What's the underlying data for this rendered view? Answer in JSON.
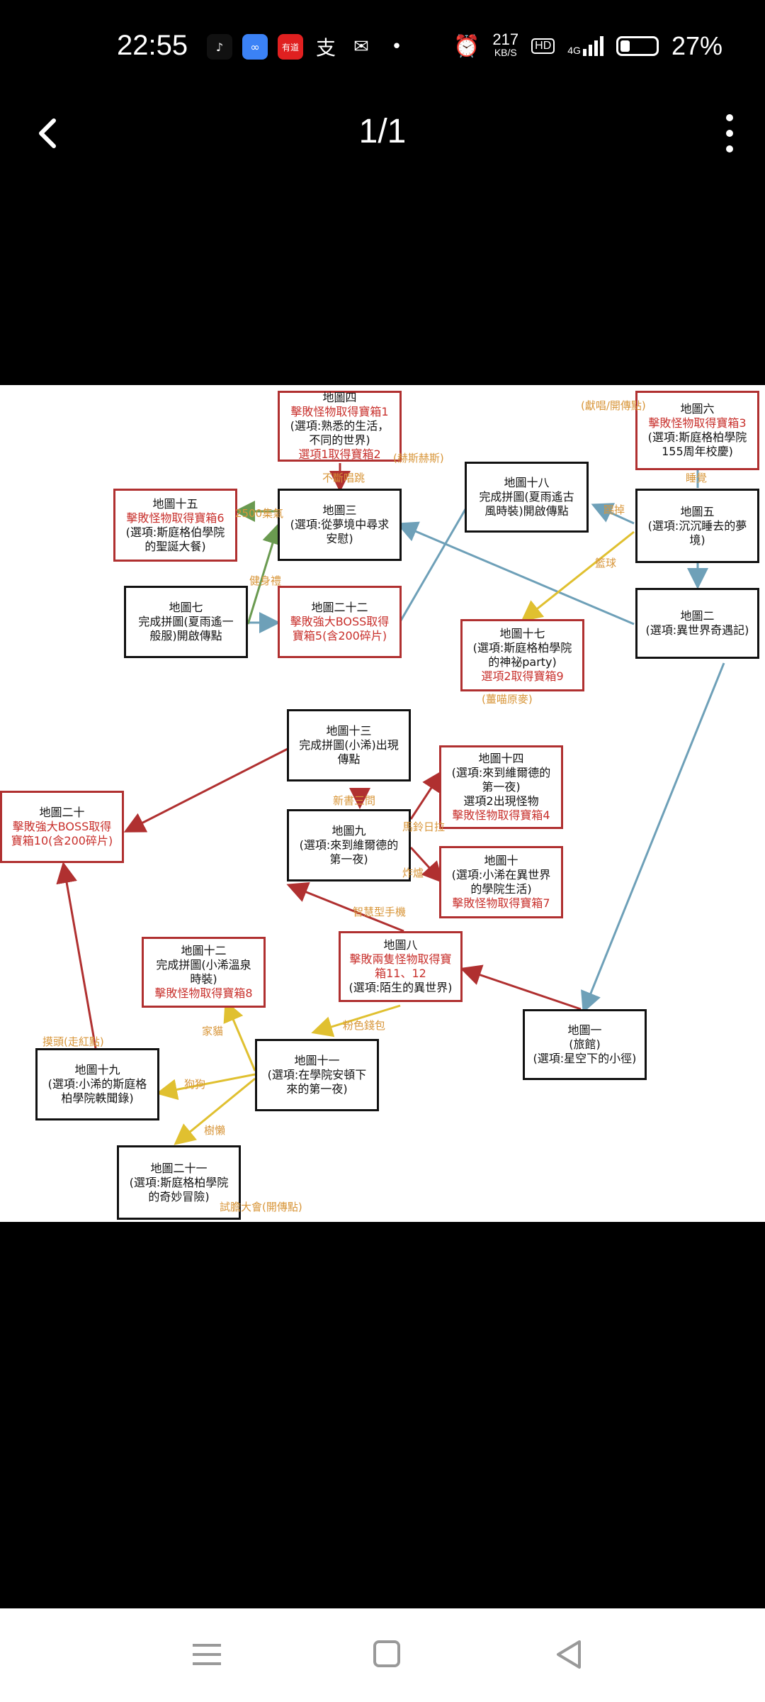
{
  "status": {
    "time": "22:55",
    "apps": [
      {
        "icon": "tiktok-icon",
        "glyph": "♪",
        "color": "#111"
      },
      {
        "icon": "infinity-app-icon",
        "glyph": "∞",
        "color": "#3b82f6"
      },
      {
        "icon": "youdao-icon",
        "glyph": "有道",
        "color": "#e02020"
      },
      {
        "icon": "alipay-icon",
        "glyph": "支",
        "color": "#000"
      },
      {
        "icon": "wechat-icon",
        "glyph": "✉",
        "color": "#000"
      }
    ],
    "speed_value": "217",
    "speed_unit": "KB/S",
    "hd": "HD",
    "network": "4G",
    "battery_percent": "27%",
    "battery_level": 0.27
  },
  "viewer": {
    "counter": "1/1"
  },
  "diagram": {
    "nodes": [
      {
        "id": "n4",
        "lines": [
          "地圖四"
        ],
        "red": [
          "擊敗怪物取得寶箱1"
        ],
        "after": [
          "(選項:熟悉的生活，",
          "不同的世界)"
        ],
        "red2": [
          "選項1取得寶箱2"
        ]
      },
      {
        "id": "n6",
        "lines": [
          "地圖六"
        ],
        "red": [
          "擊敗怪物取得寶箱3"
        ],
        "after": [
          "(選項:斯庭格柏學院",
          "155周年校慶)"
        ],
        "red2": []
      },
      {
        "id": "n15",
        "lines": [
          "地圖十五"
        ],
        "red": [
          "擊敗怪物取得寶箱6"
        ],
        "after": [
          "(選項:斯庭格伯學院",
          "的聖誕大餐)"
        ],
        "red2": []
      },
      {
        "id": "n3",
        "lines": [
          "地圖三",
          "(選項:從夢境中尋求",
          "安慰)"
        ],
        "red": [],
        "after": [],
        "red2": []
      },
      {
        "id": "n18",
        "lines": [
          "地圖十八",
          "完成拼圖(夏雨遙古",
          "風時裝)開啟傳點"
        ],
        "red": [],
        "after": [],
        "red2": []
      },
      {
        "id": "n5",
        "lines": [
          "地圖五",
          "(選項:沉沉睡去的夢",
          "境)"
        ],
        "red": [],
        "after": [],
        "red2": []
      },
      {
        "id": "n7",
        "lines": [
          "地圖七",
          "完成拼圖(夏雨遙一",
          "般服)開啟傳點"
        ],
        "red": [],
        "after": [],
        "red2": []
      },
      {
        "id": "n22",
        "lines": [
          "地圖二十二"
        ],
        "red": [
          "擊敗強大BOSS取得",
          "寶箱5(含200碎片)"
        ],
        "after": [],
        "red2": []
      },
      {
        "id": "n17",
        "lines": [
          "地圖十七",
          "(選項:斯庭格柏學院",
          "的神祕party)"
        ],
        "red": [
          "選項2取得寶箱9"
        ],
        "after": [],
        "red2": []
      },
      {
        "id": "n2",
        "lines": [
          "地圖二",
          "(選項:異世界奇遇記)"
        ],
        "red": [],
        "after": [],
        "red2": []
      },
      {
        "id": "n13",
        "lines": [
          "地圖十三",
          "完成拼圖(小浠)出現",
          "傳點"
        ],
        "red": [],
        "after": [],
        "red2": []
      },
      {
        "id": "n14",
        "lines": [
          "地圖十四",
          "(選項:來到維爾德的",
          "第一夜)",
          "選項2出現怪物"
        ],
        "red": [
          "擊敗怪物取得寶箱4"
        ],
        "after": [],
        "red2": []
      },
      {
        "id": "n20",
        "lines": [
          "地圖二十"
        ],
        "red": [
          "擊敗強大BOSS取得",
          "寶箱10(含200碎片)"
        ],
        "after": [],
        "red2": []
      },
      {
        "id": "n9",
        "lines": [
          "地圖九",
          "(選項:來到維爾德的",
          "第一夜)"
        ],
        "red": [],
        "after": [],
        "red2": []
      },
      {
        "id": "n10",
        "lines": [
          "地圖十",
          "(選項:小浠在異世界",
          "的學院生活)"
        ],
        "red": [
          "擊敗怪物取得寶箱7"
        ],
        "after": [],
        "red2": []
      },
      {
        "id": "n12",
        "lines": [
          "地圖十二",
          "完成拼圖(小浠溫泉",
          "時裝)"
        ],
        "red": [
          "擊敗怪物取得寶箱8"
        ],
        "after": [],
        "red2": []
      },
      {
        "id": "n8",
        "lines": [
          "地圖八"
        ],
        "red": [
          "擊敗兩隻怪物取得寶",
          "箱11、12"
        ],
        "after": [
          "(選項:陌生的異世界)"
        ],
        "red2": []
      },
      {
        "id": "n1",
        "lines": [
          "地圖一",
          "(旅館)",
          "(選項:星空下的小徑)"
        ],
        "red": [],
        "after": [],
        "red2": []
      },
      {
        "id": "n11",
        "lines": [
          "地圖十一",
          "(選項:在學院安頓下",
          "來的第一夜)"
        ],
        "red": [],
        "after": [],
        "red2": []
      },
      {
        "id": "n19",
        "lines": [
          "地圖十九",
          "(選項:小浠的斯庭格",
          "柏學院軼聞錄)"
        ],
        "red": [],
        "after": [],
        "red2": []
      },
      {
        "id": "n21",
        "lines": [
          "地圖二十一",
          "(選項:斯庭格柏學院",
          "的奇妙冒險)"
        ],
        "red": [],
        "after": [],
        "red2": []
      }
    ],
    "edge_labels": [
      {
        "id": "l_noarg",
        "text": "不斷唱跳"
      },
      {
        "id": "l_bosses",
        "text": "(赫斯赫斯)"
      },
      {
        "id": "l_2500",
        "text": "2500集氣"
      },
      {
        "id": "l_gym",
        "text": "健身禮"
      },
      {
        "id": "l_xiange",
        "text": "(獻唱/開傳點)"
      },
      {
        "id": "l_sleep",
        "text": "睡覺"
      },
      {
        "id": "l_kick",
        "text": "踢掉"
      },
      {
        "id": "l_ball",
        "text": "籃球"
      },
      {
        "id": "l_redbean",
        "text": "(薑喵原麥)"
      },
      {
        "id": "l_xinshu",
        "text": "新書三問"
      },
      {
        "id": "l_horse",
        "text": "馬鈴日拉"
      },
      {
        "id": "l_fire",
        "text": "炸爐"
      },
      {
        "id": "l_phone",
        "text": "智慧型手機"
      },
      {
        "id": "l_pink",
        "text": "粉色錢包"
      },
      {
        "id": "l_home",
        "text": "家貓"
      },
      {
        "id": "l_dog",
        "text": "狗狗"
      },
      {
        "id": "l_tree",
        "text": "樹懶"
      },
      {
        "id": "l_touch",
        "text": "摸頭(走紅點)"
      },
      {
        "id": "l_test",
        "text": "試膽大會(開傳點)"
      }
    ]
  }
}
